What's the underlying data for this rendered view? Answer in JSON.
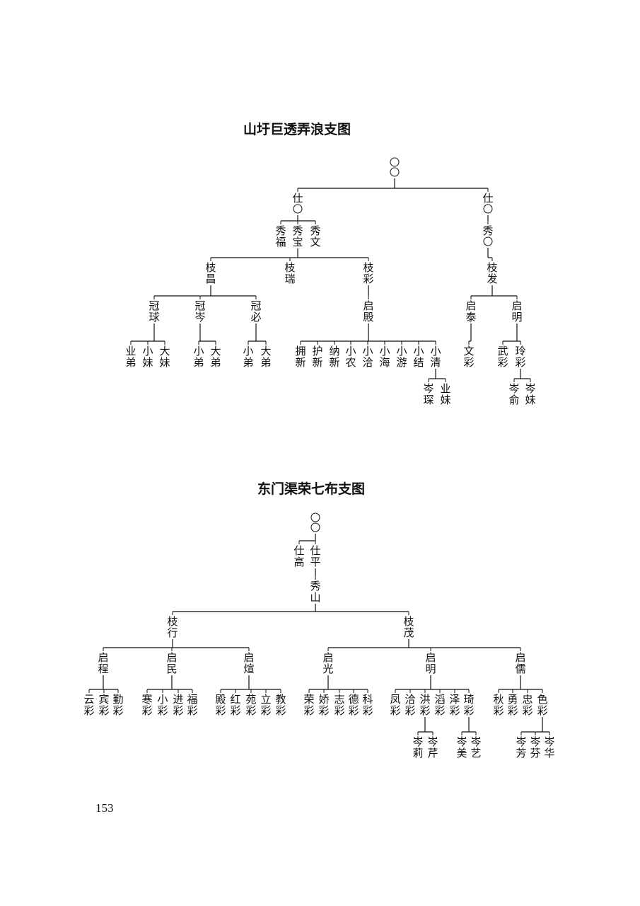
{
  "page_number": "153",
  "trees": [
    {
      "title": "山圩巨透弄浪支图",
      "nodes": [
        {
          "id": "r1",
          "label": "",
          "circles": 2
        },
        {
          "id": "a1",
          "label": "仕",
          "circles": 1
        },
        {
          "id": "a2",
          "label": "仕",
          "circles": 1
        },
        {
          "id": "b1",
          "label": "秀福"
        },
        {
          "id": "b2",
          "label": "秀宝"
        },
        {
          "id": "b3",
          "label": "秀文"
        },
        {
          "id": "b4",
          "label": "秀",
          "circles": 1
        },
        {
          "id": "c1",
          "label": "枝昌"
        },
        {
          "id": "c2",
          "label": "枝瑞"
        },
        {
          "id": "c3",
          "label": "枝彩"
        },
        {
          "id": "c4",
          "label": "枝发"
        },
        {
          "id": "d1",
          "label": "冠球"
        },
        {
          "id": "d2",
          "label": "冠岑"
        },
        {
          "id": "d3",
          "label": "冠必"
        },
        {
          "id": "d4",
          "label": "启殿"
        },
        {
          "id": "d5",
          "label": "启泰"
        },
        {
          "id": "d6",
          "label": "启明"
        },
        {
          "id": "e1",
          "label": "业弟"
        },
        {
          "id": "e2",
          "label": "小妹"
        },
        {
          "id": "e3",
          "label": "大妹"
        },
        {
          "id": "e4",
          "label": "小弟"
        },
        {
          "id": "e5",
          "label": "大弟"
        },
        {
          "id": "e6",
          "label": "小弟"
        },
        {
          "id": "e7",
          "label": "大弟"
        },
        {
          "id": "e8",
          "label": "拥新"
        },
        {
          "id": "e9",
          "label": "护新"
        },
        {
          "id": "e10",
          "label": "纳新"
        },
        {
          "id": "e11",
          "label": "小农"
        },
        {
          "id": "e12",
          "label": "小洽"
        },
        {
          "id": "e13",
          "label": "小海"
        },
        {
          "id": "e14",
          "label": "小游"
        },
        {
          "id": "e15",
          "label": "小结"
        },
        {
          "id": "e16",
          "label": "小清"
        },
        {
          "id": "e17",
          "label": "文彩"
        },
        {
          "id": "e18",
          "label": "武彩"
        },
        {
          "id": "e19",
          "label": "玲彩"
        },
        {
          "id": "f1",
          "label": "岑琛"
        },
        {
          "id": "f2",
          "label": "业妹"
        },
        {
          "id": "f3",
          "label": "岑俞"
        },
        {
          "id": "f4",
          "label": "岑妹"
        }
      ],
      "edges": [
        [
          "r1",
          "a1"
        ],
        [
          "r1",
          "a2"
        ],
        [
          "a1",
          "b1"
        ],
        [
          "a1",
          "b2"
        ],
        [
          "a1",
          "b3"
        ],
        [
          "a2",
          "b4"
        ],
        [
          "b2",
          "c1"
        ],
        [
          "b2",
          "c2"
        ],
        [
          "b2",
          "c3"
        ],
        [
          "b4",
          "c4"
        ],
        [
          "c1",
          "d1"
        ],
        [
          "c1",
          "d2"
        ],
        [
          "c1",
          "d3"
        ],
        [
          "c3",
          "d4"
        ],
        [
          "c4",
          "d5"
        ],
        [
          "c4",
          "d6"
        ],
        [
          "d1",
          "e1"
        ],
        [
          "d1",
          "e2"
        ],
        [
          "d1",
          "e3"
        ],
        [
          "d2",
          "e4"
        ],
        [
          "d2",
          "e5"
        ],
        [
          "d3",
          "e6"
        ],
        [
          "d3",
          "e7"
        ],
        [
          "d4",
          "e8"
        ],
        [
          "d4",
          "e9"
        ],
        [
          "d4",
          "e10"
        ],
        [
          "d4",
          "e11"
        ],
        [
          "d4",
          "e12"
        ],
        [
          "d4",
          "e13"
        ],
        [
          "d4",
          "e14"
        ],
        [
          "d4",
          "e15"
        ],
        [
          "d4",
          "e16"
        ],
        [
          "d5",
          "e17"
        ],
        [
          "d6",
          "e18"
        ],
        [
          "d6",
          "e19"
        ],
        [
          "e16",
          "f1"
        ],
        [
          "e16",
          "f2"
        ],
        [
          "e19",
          "f3"
        ],
        [
          "e19",
          "f4"
        ]
      ]
    },
    {
      "title": "东门渠荣七布支图",
      "nodes": [
        {
          "id": "r1",
          "label": "",
          "circles": 2
        },
        {
          "id": "a1",
          "label": "仕高"
        },
        {
          "id": "a2",
          "label": "仕平"
        },
        {
          "id": "b1",
          "label": "秀山"
        },
        {
          "id": "c1",
          "label": "枝行"
        },
        {
          "id": "c2",
          "label": "枝茂"
        },
        {
          "id": "d1",
          "label": "启程"
        },
        {
          "id": "d2",
          "label": "启民"
        },
        {
          "id": "d3",
          "label": "启煊"
        },
        {
          "id": "d4",
          "label": "启光"
        },
        {
          "id": "d5",
          "label": "启明"
        },
        {
          "id": "d6",
          "label": "启儒"
        },
        {
          "id": "e1",
          "label": "云彩"
        },
        {
          "id": "e2",
          "label": "宾彩"
        },
        {
          "id": "e3",
          "label": "勤彩"
        },
        {
          "id": "e4",
          "label": "寒彩"
        },
        {
          "id": "e5",
          "label": "小彩"
        },
        {
          "id": "e6",
          "label": "进彩"
        },
        {
          "id": "e7",
          "label": "福彩"
        },
        {
          "id": "e8",
          "label": "殿彩"
        },
        {
          "id": "e9",
          "label": "红彩"
        },
        {
          "id": "e10",
          "label": "苑彩"
        },
        {
          "id": "e11",
          "label": "立彩"
        },
        {
          "id": "e12",
          "label": "教彩"
        },
        {
          "id": "e13",
          "label": "荣彩"
        },
        {
          "id": "e14",
          "label": "娇彩"
        },
        {
          "id": "e15",
          "label": "志彩"
        },
        {
          "id": "e16",
          "label": "德彩"
        },
        {
          "id": "e17",
          "label": "科彩"
        },
        {
          "id": "e18",
          "label": "凤彩"
        },
        {
          "id": "e19",
          "label": "洽彩"
        },
        {
          "id": "e20",
          "label": "洪彩"
        },
        {
          "id": "e21",
          "label": "滔彩"
        },
        {
          "id": "e22",
          "label": "泽彩"
        },
        {
          "id": "e23",
          "label": "琦彩"
        },
        {
          "id": "e24",
          "label": "秋彩"
        },
        {
          "id": "e25",
          "label": "勇彩"
        },
        {
          "id": "e26",
          "label": "忠彩"
        },
        {
          "id": "e27",
          "label": "色彩"
        },
        {
          "id": "f1",
          "label": "岑莉"
        },
        {
          "id": "f2",
          "label": "岑芹"
        },
        {
          "id": "f3",
          "label": "岑美"
        },
        {
          "id": "f4",
          "label": "岑艺"
        },
        {
          "id": "f5",
          "label": "岑芳"
        },
        {
          "id": "f6",
          "label": "岑芬"
        },
        {
          "id": "f7",
          "label": "岑华"
        }
      ],
      "edges": [
        [
          "r1",
          "a1"
        ],
        [
          "r1",
          "a2"
        ],
        [
          "a2",
          "b1"
        ],
        [
          "b1",
          "c1"
        ],
        [
          "b1",
          "c2"
        ],
        [
          "c1",
          "d1"
        ],
        [
          "c1",
          "d2"
        ],
        [
          "c1",
          "d3"
        ],
        [
          "c2",
          "d4"
        ],
        [
          "c2",
          "d5"
        ],
        [
          "c2",
          "d6"
        ],
        [
          "d1",
          "e1"
        ],
        [
          "d1",
          "e2"
        ],
        [
          "d1",
          "e3"
        ],
        [
          "d2",
          "e4"
        ],
        [
          "d2",
          "e5"
        ],
        [
          "d2",
          "e6"
        ],
        [
          "d2",
          "e7"
        ],
        [
          "d3",
          "e8"
        ],
        [
          "d3",
          "e9"
        ],
        [
          "d3",
          "e10"
        ],
        [
          "d3",
          "e11"
        ],
        [
          "d3",
          "e12"
        ],
        [
          "d4",
          "e13"
        ],
        [
          "d4",
          "e14"
        ],
        [
          "d4",
          "e15"
        ],
        [
          "d4",
          "e16"
        ],
        [
          "d4",
          "e17"
        ],
        [
          "d5",
          "e18"
        ],
        [
          "d5",
          "e19"
        ],
        [
          "d5",
          "e20"
        ],
        [
          "d5",
          "e21"
        ],
        [
          "d5",
          "e22"
        ],
        [
          "d5",
          "e23"
        ],
        [
          "d6",
          "e24"
        ],
        [
          "d6",
          "e25"
        ],
        [
          "d6",
          "e26"
        ],
        [
          "d6",
          "e27"
        ],
        [
          "e20",
          "f1"
        ],
        [
          "e20",
          "f2"
        ],
        [
          "e23",
          "f3"
        ],
        [
          "e23",
          "f4"
        ],
        [
          "e27",
          "f5"
        ],
        [
          "e27",
          "f6"
        ],
        [
          "e27",
          "f7"
        ]
      ]
    }
  ]
}
